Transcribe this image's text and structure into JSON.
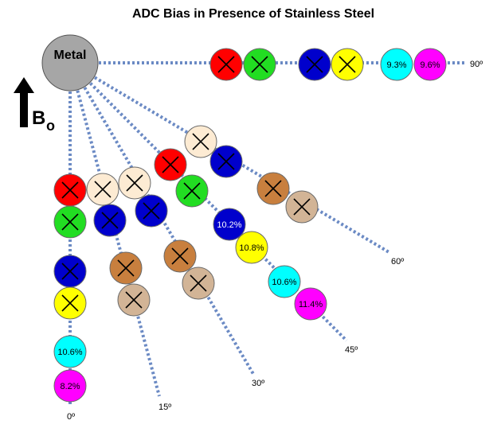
{
  "title": "ADC Bias in Presence of Stainless Steel",
  "metal_label": "Metal",
  "field_label": "B",
  "field_subscript": "o",
  "angle_labels": {
    "deg0": "0º",
    "deg15": "15º",
    "deg30": "30º",
    "deg45": "45º",
    "deg60": "60º",
    "deg90": "90º"
  },
  "percents": {
    "deg0_cyan": "10.6%",
    "deg0_magenta": "8.2%",
    "deg45_blue": "10.2%",
    "deg45_yellow": "10.8%",
    "deg45_cyan": "10.6%",
    "deg45_magenta": "11.4%",
    "deg90_cyan": "9.3%",
    "deg90_magenta": "9.6%"
  },
  "colors": {
    "red": "#ff0000",
    "green": "#22dd22",
    "blue": "#0000cc",
    "yellow": "#ffff00",
    "cyan": "#00ffff",
    "magenta": "#ff00ff",
    "cream": "#fdebd3",
    "brown": "#c87f3e",
    "tan": "#d2b496",
    "metal": "#a6a6a6",
    "dots": "#6b8ac4"
  },
  "cross_icon": "x-mark-icon"
}
